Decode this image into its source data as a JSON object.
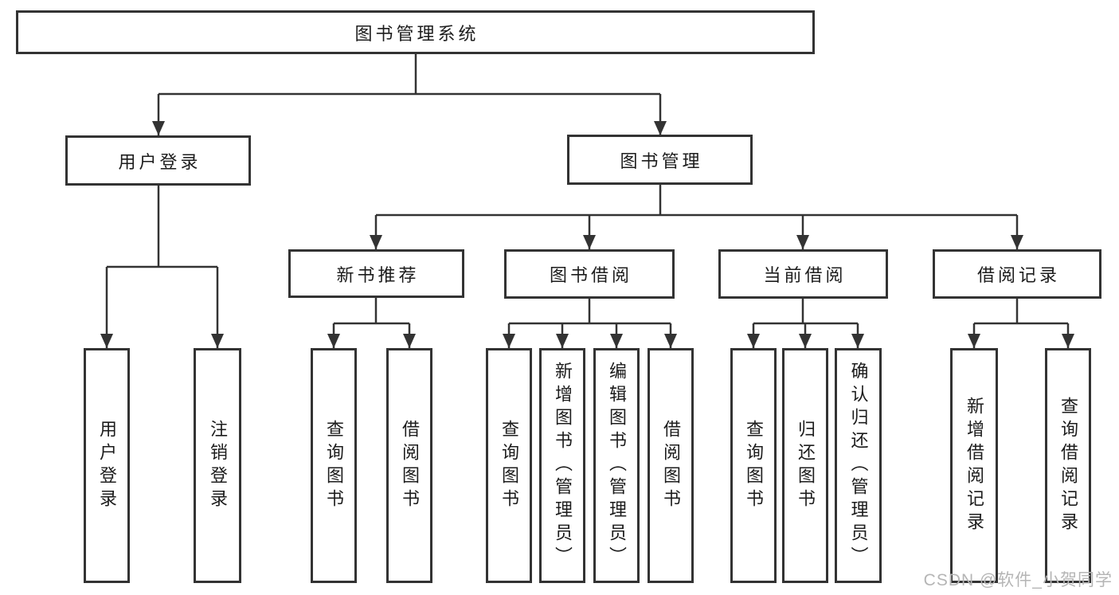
{
  "tree": {
    "label": "图书管理系统",
    "children": [
      {
        "label": "用户登录",
        "children": [
          {
            "label": "用户登录"
          },
          {
            "label": "注销登录"
          }
        ]
      },
      {
        "label": "图书管理",
        "children": [
          {
            "label": "新书推荐",
            "children": [
              {
                "label": "查询图书"
              },
              {
                "label": "借阅图书"
              }
            ]
          },
          {
            "label": "图书借阅",
            "children": [
              {
                "label": "查询图书"
              },
              {
                "label": "新增图书（管理员）"
              },
              {
                "label": "编辑图书（管理员）"
              },
              {
                "label": "借阅图书"
              }
            ]
          },
          {
            "label": "当前借阅",
            "children": [
              {
                "label": "查询图书"
              },
              {
                "label": "归还图书"
              },
              {
                "label": "确认归还（管理员）"
              }
            ]
          },
          {
            "label": "借阅记录",
            "children": [
              {
                "label": "新增借阅记录"
              },
              {
                "label": "查询借阅记录"
              }
            ]
          }
        ]
      }
    ]
  },
  "watermark": {
    "text": "CSDN @软件_小贺同学"
  },
  "colors": {
    "line": "#333333",
    "text": "#1c1c1c",
    "watermark": "#b5b5b5",
    "background": "#ffffff"
  }
}
